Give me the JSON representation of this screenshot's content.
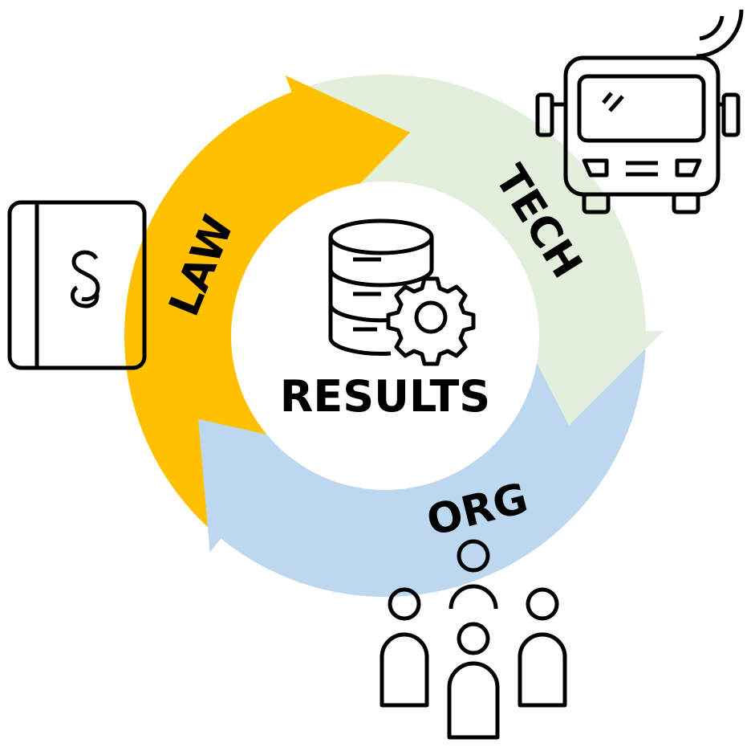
{
  "center": {
    "title": "RESULTS"
  },
  "segments": [
    {
      "label": "LAW",
      "color": "#FFC000"
    },
    {
      "label": "TECH",
      "color": "#E2EFDA"
    },
    {
      "label": "ORG",
      "color": "#BDD7EE"
    }
  ],
  "icons": [
    "law-book-icon",
    "connected-bus-icon",
    "people-group-icon",
    "database-gear-icon"
  ]
}
